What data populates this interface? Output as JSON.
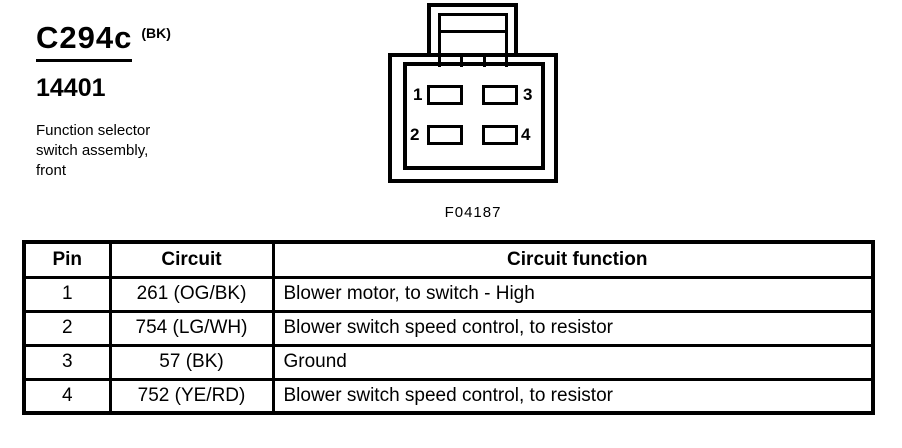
{
  "colors": {
    "ink": "#000000",
    "paper": "#ffffff"
  },
  "header": {
    "connector_code": "C294c",
    "housing_color": "(BK)",
    "part_number": "14401",
    "description": {
      "line1": "Function selector",
      "line2": "switch assembly,",
      "line3": "front"
    }
  },
  "diagram": {
    "caption": "F04187",
    "pin_labels": {
      "p1": "1",
      "p2": "2",
      "p3": "3",
      "p4": "4"
    }
  },
  "table": {
    "headers": {
      "pin": "Pin",
      "circuit": "Circuit",
      "function": "Circuit function"
    },
    "rows": [
      {
        "pin": "1",
        "circuit": "261 (OG/BK)",
        "function": "Blower motor, to switch - High"
      },
      {
        "pin": "2",
        "circuit": "754 (LG/WH)",
        "function": "Blower switch speed control, to resistor"
      },
      {
        "pin": "3",
        "circuit": "57 (BK)",
        "function": "Ground"
      },
      {
        "pin": "4",
        "circuit": "752 (YE/RD)",
        "function": "Blower switch speed control, to resistor"
      }
    ]
  }
}
